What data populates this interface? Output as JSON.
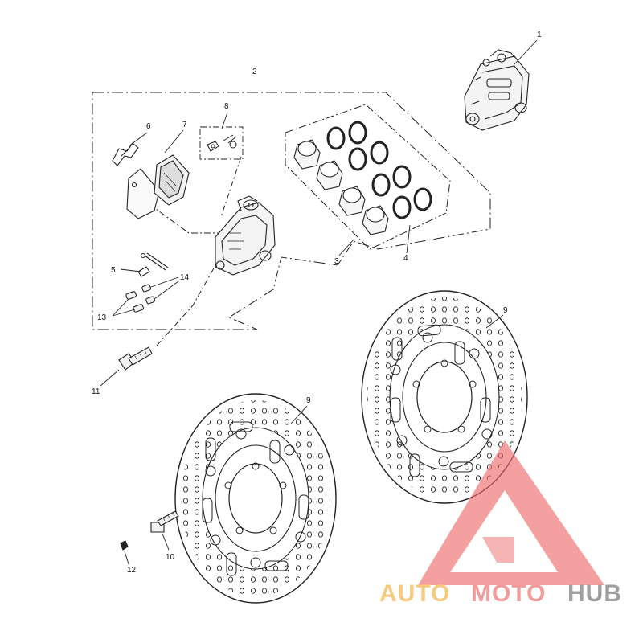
{
  "callouts": {
    "c1": "1",
    "c2": "2",
    "c3": "3",
    "c4": "4",
    "c5": "5",
    "c6": "6",
    "c7": "7",
    "c8": "8",
    "c9a": "9",
    "c9b": "9",
    "c10": "10",
    "c11": "11",
    "c12": "12",
    "c13": "13",
    "c14": "14"
  },
  "watermark": {
    "part1": "AUTO",
    "part2": "MOTO",
    "part3": "HUB",
    "colors": {
      "auto": "#f5c26b",
      "moto": "#f08a8a",
      "hub": "#8f8f8f",
      "triangle": "#ee6b6b"
    }
  },
  "colors": {
    "line": "#222222",
    "background": "#ffffff"
  }
}
